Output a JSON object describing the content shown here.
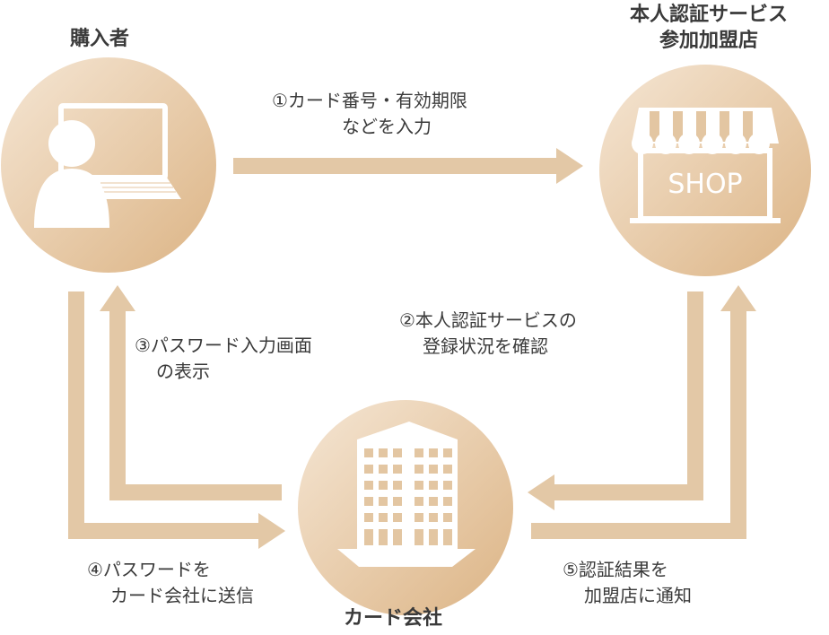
{
  "nodes": {
    "buyer": {
      "label": "購入者"
    },
    "shop": {
      "label_line1": "本人認証サービス",
      "label_line2": "参加加盟店",
      "sign": "SHOP"
    },
    "card_company": {
      "label": "カード会社"
    }
  },
  "steps": {
    "step1": {
      "line1": "①カード番号・有効期限",
      "line2": "などを入力"
    },
    "step2": {
      "line1": "②本人認証サービスの",
      "line2": "登録状況を確認"
    },
    "step3": {
      "line1": "③パスワード入力画面",
      "line2": "の表示"
    },
    "step4": {
      "line1": "④パスワードを",
      "line2": "カード会社に送信"
    },
    "step5": {
      "line1": "⑤認証結果を",
      "line2": "加盟店に通知"
    }
  },
  "colors": {
    "circle_light": "#f3e3cf",
    "circle_dark": "#deb88d",
    "arrow": "#e3c8a6",
    "icon": "#ffffff",
    "text": "#3a3a3a"
  }
}
